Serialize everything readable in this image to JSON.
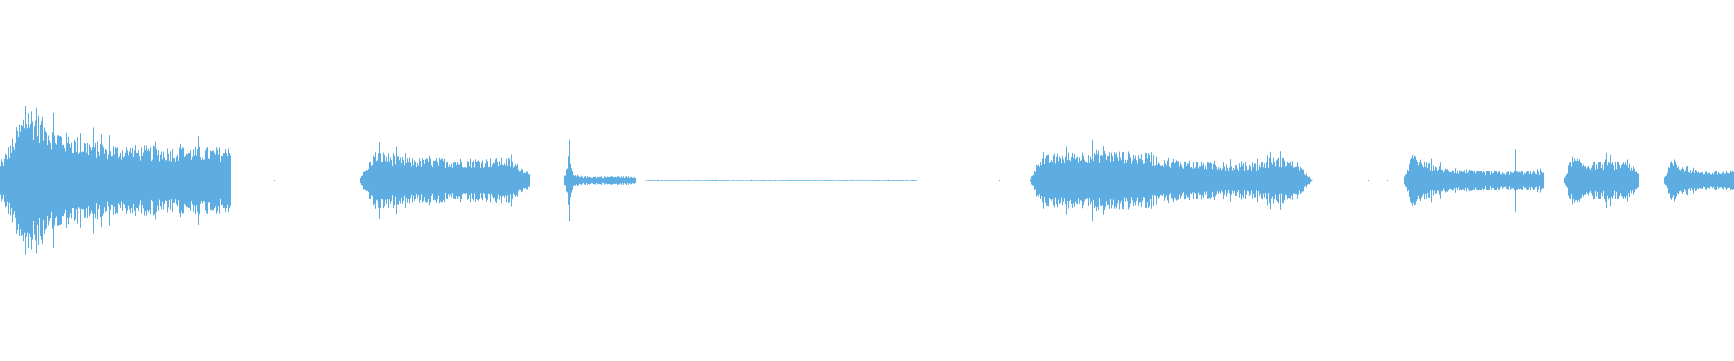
{
  "waveform": {
    "color": "#5dade2",
    "background": "#ffffff",
    "duration_fraction_note": "",
    "segments": [
      {
        "start": 0.0,
        "end": 0.133,
        "peak": 0.52,
        "body": 0.22,
        "shape": "decay",
        "attack_at": 0.016
      },
      {
        "start": 0.208,
        "end": 0.305,
        "peak": 0.24,
        "body": 0.12,
        "shape": "swell",
        "attack_at": 0.218
      },
      {
        "start": 0.325,
        "end": 0.366,
        "peak": 0.22,
        "body": 0.03,
        "shape": "spike",
        "attack_at": 0.328
      },
      {
        "start": 0.372,
        "end": 0.528,
        "peak": 0.01,
        "body": 0.005,
        "shape": "flat",
        "attack_at": 0.372
      },
      {
        "start": 0.594,
        "end": 0.757,
        "peak": 0.28,
        "body": 0.12,
        "shape": "blob",
        "attack_at": 0.635
      },
      {
        "start": 0.81,
        "end": 0.89,
        "peak": 0.18,
        "body": 0.06,
        "shape": "decay",
        "attack_at": 0.814
      },
      {
        "start": 0.872,
        "end": 0.88,
        "peak": 0.35,
        "body": 0.05,
        "shape": "spike",
        "attack_at": 0.874
      },
      {
        "start": 0.902,
        "end": 0.945,
        "peak": 0.19,
        "body": 0.1,
        "shape": "swell",
        "attack_at": 0.905
      },
      {
        "start": 0.922,
        "end": 0.932,
        "peak": 0.46,
        "body": 0.05,
        "shape": "spike",
        "attack_at": 0.926
      },
      {
        "start": 0.96,
        "end": 1.0,
        "peak": 0.17,
        "body": 0.06,
        "shape": "decay",
        "attack_at": 0.965
      }
    ],
    "specks": [
      0.158,
      0.576,
      0.789,
      0.8
    ]
  }
}
